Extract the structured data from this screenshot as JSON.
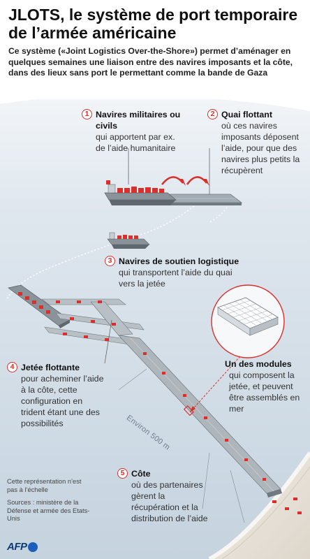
{
  "title": "JLOTS, le système de port temporaire de l’armée américaine",
  "intro": "Ce système («Joint Logistics Over-the-Shore») permet d’aménager en quelques semaines une liaison entre des navires imposants et la côte, dans des lieux sans port le permettant comme la bande de Gaza",
  "labels": [
    {
      "num": "1",
      "heading": "Navires militaires ou civils",
      "text": "qui apportent par ex. de l’aide humanitaire"
    },
    {
      "num": "2",
      "heading": "Quai flottant",
      "text": "où ces navires imposants déposent l’aide, pour que des navires plus petits la récupèrent"
    },
    {
      "num": "3",
      "heading": "Navires de soutien logistique",
      "text": "qui transportent l’aide du quai vers la jetée"
    },
    {
      "num": "4",
      "heading": "Jetée flottante",
      "text": "pour acheminer l’aide à la côte, cette configuration en trident étant une des possibilités"
    },
    {
      "num": "5",
      "heading": "Côte",
      "text": "où des partenaires gèrent la récupération et la distribution de l’aide"
    }
  ],
  "module": {
    "heading": "Un des modules",
    "text": "qui composent la jetée, et peuvent être assemblés en mer"
  },
  "distance": "Environ 500 m",
  "note": "Cette représentation n’est pas à l’échelle",
  "sources": "Sources : ministère de la Défense et armée des Etats-Unis",
  "credit": "AFP",
  "colors": {
    "accent": "#d9302b",
    "sea": "#c9d7e3",
    "sky": "#eef3f7",
    "land": "#e9e4dc",
    "pier": "#9aa4ac",
    "ship": "#7b858d",
    "brand": "#1d5fb8"
  }
}
